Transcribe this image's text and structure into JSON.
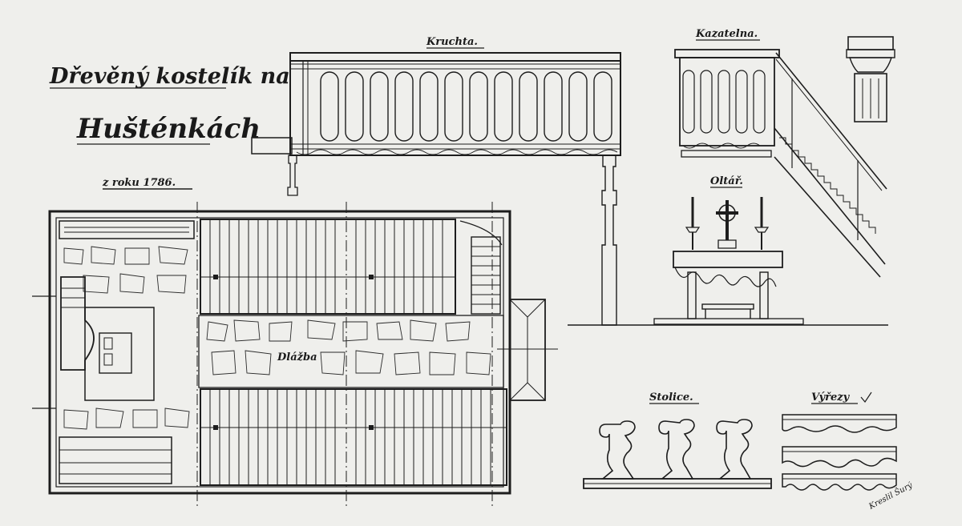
{
  "title": {
    "line1": "Dřevěný kostelík na",
    "line2": "Hušténkách",
    "year": "z roku 1786."
  },
  "labels": {
    "gallery": "Kruchta.",
    "pulpit": "Kazatelna.",
    "altar": "Oltář.",
    "floor": "Dlážba",
    "pews": "Stolice.",
    "cuts": "Výřezy"
  },
  "signature": "Kreslil Šurý",
  "colors": {
    "ink": "#1d1d1d",
    "paper": "#efefec"
  }
}
